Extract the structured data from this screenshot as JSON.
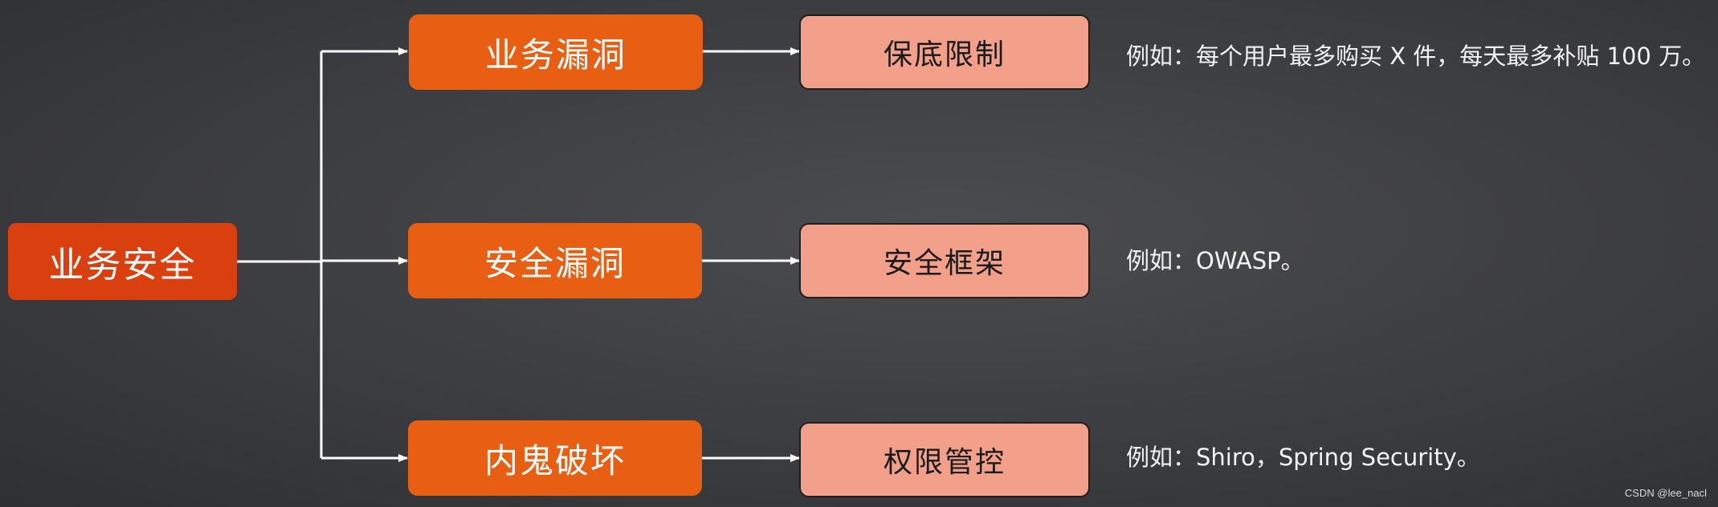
{
  "root": {
    "label": "业务安全"
  },
  "branches": [
    {
      "category": "业务漏洞",
      "solution": "保底限制",
      "example": "例如：每个用户最多购买 X 件，每天最多补贴 100 万。"
    },
    {
      "category": "安全漏洞",
      "solution": "安全框架",
      "example": "例如：OWASP。"
    },
    {
      "category": "内鬼破坏",
      "solution": "权限管控",
      "example": "例如：Shiro，Spring Security。"
    }
  ],
  "watermark": "CSDN @lee_nacl",
  "colors": {
    "root_fill": "#d93f0f",
    "category_fill": "#e85f14",
    "solution_fill": "#f2a08a",
    "connector": "#ffffff"
  }
}
